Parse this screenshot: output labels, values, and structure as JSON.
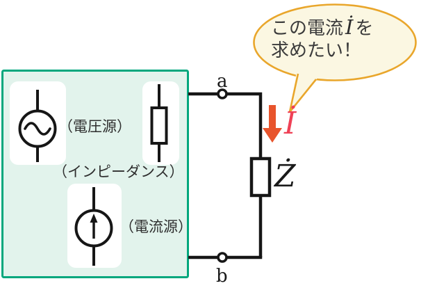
{
  "colors": {
    "box_border": "#00a77d",
    "box_fill": "#e2f3ec",
    "card_fill": "#ffffff",
    "wire": "#161616",
    "bubble_border": "#e9a62b",
    "bubble_fill": "#fbf7e2",
    "arrow": "#e8542c",
    "current_text": "#ef4156",
    "label_text": "#2e2e2e"
  },
  "bubble": {
    "line1_prefix": "この電流",
    "current_symbol": "İ",
    "line1_suffix": "を",
    "line2": "求めたい！"
  },
  "source_box": {
    "voltage_source_label": "（電圧源）",
    "impedance_label": "（インピーダンス）",
    "current_source_label": "（電流源）"
  },
  "load_branch": {
    "terminal_top": "a",
    "terminal_bottom": "b",
    "impedance_symbol": "Ż",
    "current_symbol": "İ"
  }
}
